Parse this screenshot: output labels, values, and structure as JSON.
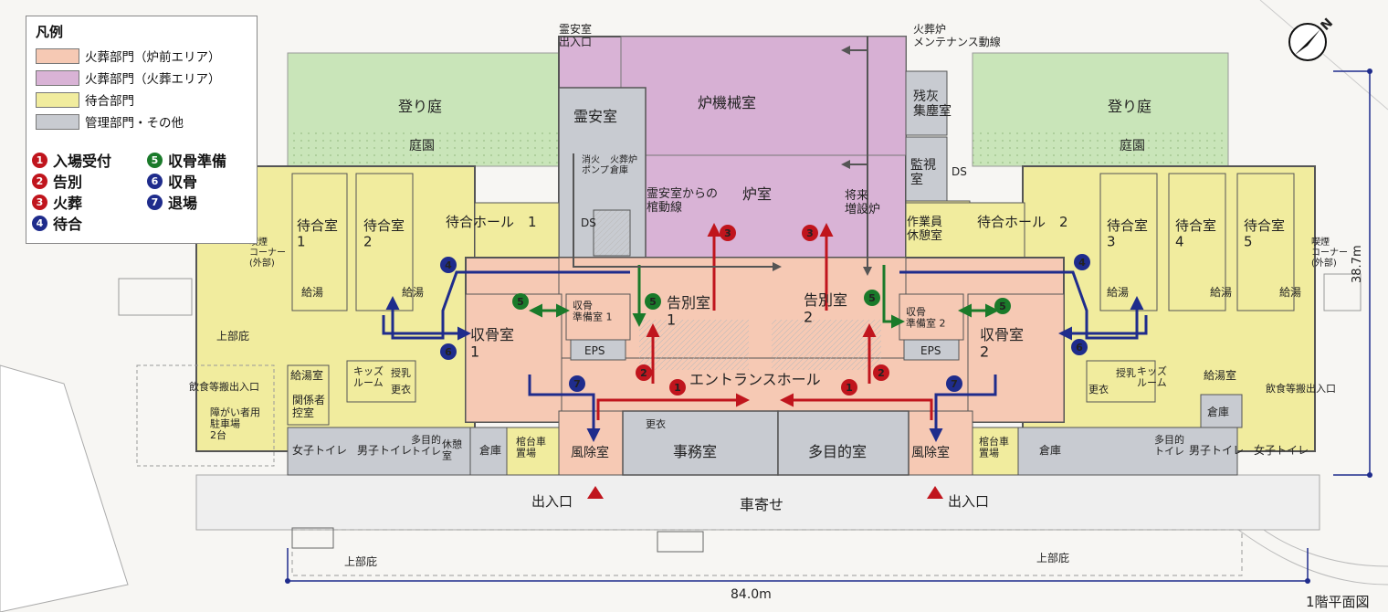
{
  "legend": {
    "title": "凡例",
    "zones": [
      {
        "label": "火葬部門（炉前エリア）",
        "color": "#f6c9b4"
      },
      {
        "label": "火葬部門（火葬エリア）",
        "color": "#d9b3d6"
      },
      {
        "label": "待合部門",
        "color": "#f1ec9e"
      },
      {
        "label": "管理部門・その他",
        "color": "#c8cbd1"
      }
    ],
    "steps": [
      {
        "num": "1",
        "label": "入場受付",
        "color": "#c0151d"
      },
      {
        "num": "2",
        "label": "告別",
        "color": "#c0151d"
      },
      {
        "num": "3",
        "label": "火葬",
        "color": "#c0151d"
      },
      {
        "num": "4",
        "label": "待合",
        "color": "#1f2c8c"
      },
      {
        "num": "5",
        "label": "収骨準備",
        "color": "#1a7a2a"
      },
      {
        "num": "6",
        "label": "収骨",
        "color": "#1f2c8c"
      },
      {
        "num": "7",
        "label": "退場",
        "color": "#1f2c8c"
      }
    ]
  },
  "rooms": {
    "furnace_machine": "炉機械室",
    "furnace_room": "炉室",
    "spirit_room": "霊安室",
    "spirit_entrance": "霊安室\n出入口",
    "coffin_route": "霊安室からの\n棺動線",
    "future_furnace": "将来\n増設炉",
    "maintenance": "火葬炉\nメンテナンス動線",
    "ash_room": "残灰\n集塵室",
    "monitor": "監視\n室",
    "ds": "DS",
    "worker_rest": "作業員\n休憩室",
    "fire_pump": "消火\nポンプ",
    "furnace_storage": "火葬炉\n倉庫",
    "climb_garden_l": "登り庭",
    "climb_garden_r": "登り庭",
    "garden_l": "庭園",
    "garden_r": "庭園",
    "waiting_hall_1": "待合ホール　1",
    "waiting_hall_2": "待合ホール　2",
    "waiting_1": "待合室\n1",
    "waiting_2": "待合室\n2",
    "waiting_3": "待合室\n3",
    "waiting_4": "待合室\n4",
    "waiting_5": "待合室\n5",
    "pantry": "給湯",
    "smoking_l": "喫煙\nコーナー\n(外部)",
    "smoking_r": "喫煙\nコーナー\n(外部)",
    "farewell_1": "告別室\n1",
    "farewell_2": "告別室\n2",
    "bone_prep_1": "収骨\n準備室 1",
    "bone_prep_2": "収骨\n準備室 2",
    "bone_1": "収骨室\n1",
    "bone_2": "収骨室\n2",
    "eps": "EPS",
    "entrance_hall": "エントランスホール",
    "windbreak": "風除室",
    "office": "事務室",
    "multi_room": "多目的室",
    "locker": "更衣",
    "storage": "倉庫",
    "coffin_cart": "棺台車\n置場",
    "kids": "キッズ\nルーム",
    "nursing": "授乳",
    "kitchen": "給湯室",
    "staff_room": "関係者\n控室",
    "women_wc": "女子トイレ",
    "men_wc": "男子トイレ",
    "multi_wc": "多目的\nトイレ",
    "rest": "休憩\n室",
    "accessible_parking": "障がい者用\n駐車場\n2台",
    "food_entrance": "飲食等搬出入口",
    "eaves": "上部庇",
    "entrance": "出入口",
    "porte_cochere": "車寄せ",
    "dim_width": "84.0m",
    "dim_depth": "38.7m",
    "caption": "1階平面図"
  }
}
